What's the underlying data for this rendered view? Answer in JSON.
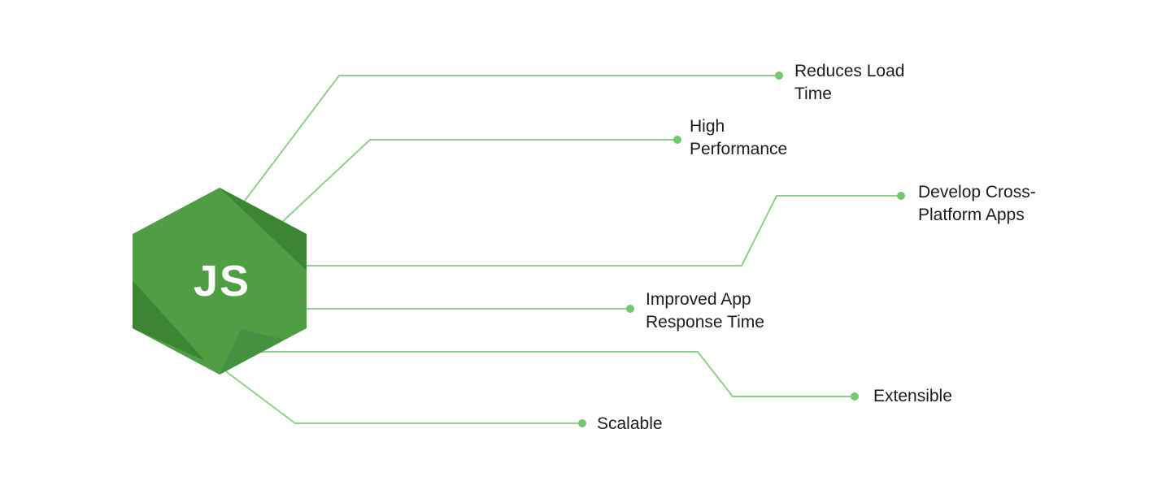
{
  "logo": {
    "label": "JS"
  },
  "colors": {
    "background": "#ffffff",
    "logo_base": "#4f9e44",
    "logo_dark": "#3b8533",
    "logo_mid": "#449140",
    "connector": "#8ed189",
    "dot": "#72c76f",
    "label_text": "#1c1c1c"
  },
  "items": [
    {
      "id": "reduces-load-time",
      "line1": "Reduces Load",
      "line2": "Time"
    },
    {
      "id": "high-performance",
      "line1": "High",
      "line2": "Performance"
    },
    {
      "id": "develop-cross-platform-apps",
      "line1": "Develop Cross-",
      "line2": "Platform Apps"
    },
    {
      "id": "improved-app-response-time",
      "line1": "Improved App",
      "line2": "Response Time"
    },
    {
      "id": "extensible",
      "line1": "Extensible",
      "line2": ""
    },
    {
      "id": "scalable",
      "line1": "Scalable",
      "line2": ""
    }
  ]
}
